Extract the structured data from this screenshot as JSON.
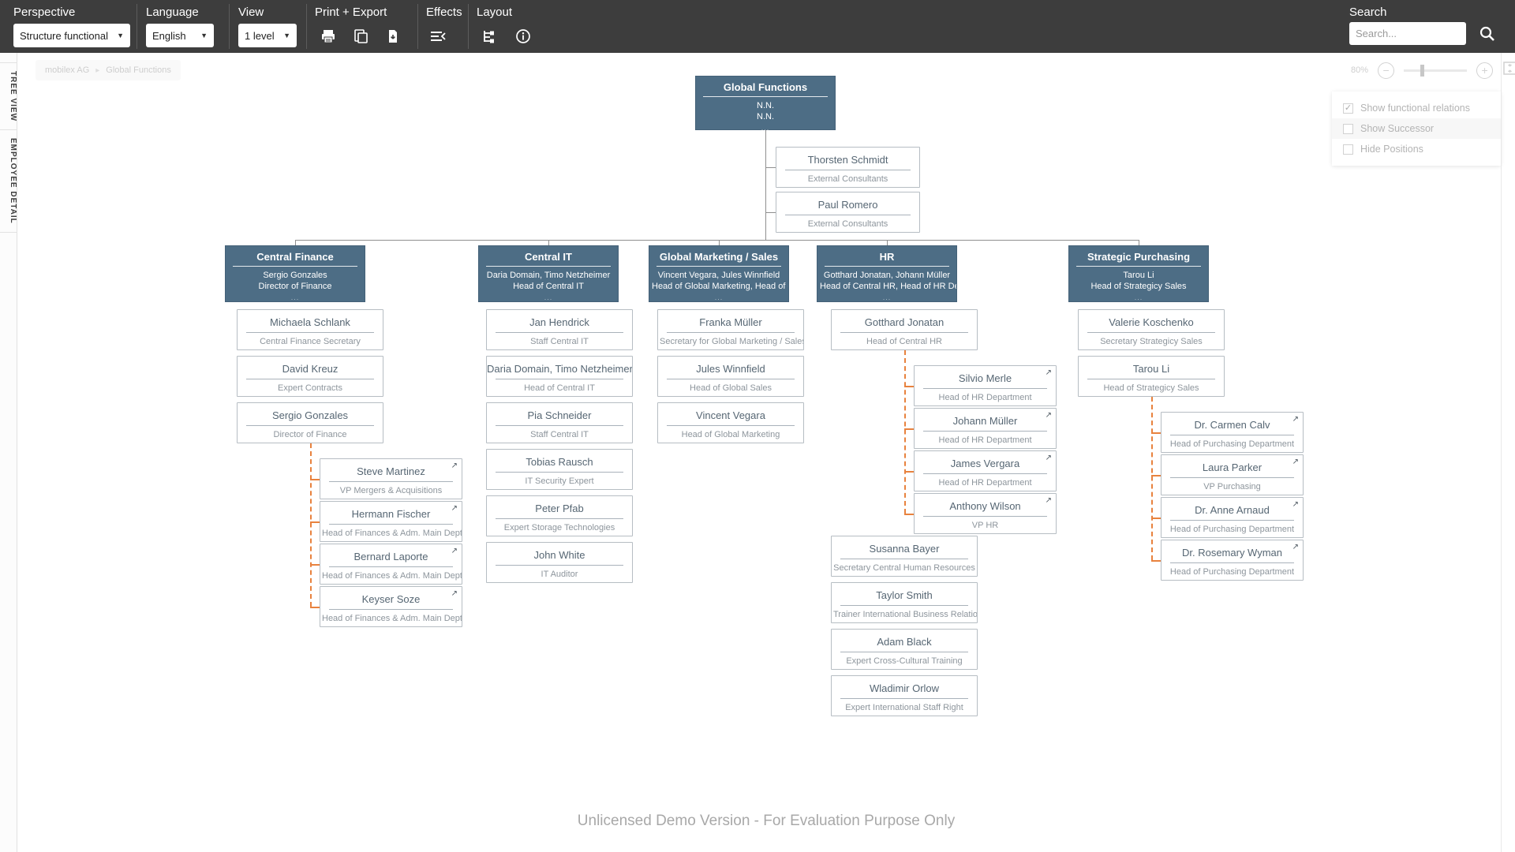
{
  "toolbar": {
    "perspective": {
      "label": "Perspective",
      "value": "Structure functional"
    },
    "language": {
      "label": "Language",
      "value": "English"
    },
    "view": {
      "label": "View",
      "value": "1 level"
    },
    "print_export": {
      "label": "Print + Export",
      "icons": [
        "print-icon",
        "copy-icon",
        "export-file-icon"
      ]
    },
    "effects": {
      "label": "Effects",
      "icons": [
        "effects-icon"
      ]
    },
    "layout": {
      "label": "Layout",
      "icons": [
        "layout-tree-icon",
        "info-icon"
      ]
    },
    "search": {
      "label": "Search",
      "placeholder": "Search...",
      "icon": "search-icon"
    }
  },
  "side_rail": {
    "tabs": [
      "TREE VIEW",
      "EMPLOYEE DETAIL"
    ]
  },
  "breadcrumb": {
    "items": [
      "mobilex AG",
      "Global Functions"
    ],
    "chevron": "▸"
  },
  "zoom_toolbar": {
    "level": "80%",
    "minus": "−",
    "plus": "+"
  },
  "options_panel": {
    "items": [
      {
        "label": "Show functional relations",
        "checked": true,
        "highlight": false
      },
      {
        "label": "Show Successor",
        "checked": false,
        "highlight": true
      },
      {
        "label": "Hide Positions",
        "checked": false,
        "highlight": false
      }
    ]
  },
  "chart": {
    "root": {
      "title": "Global Functions",
      "line1": "N.N.",
      "line2": "N.N.",
      "more": "..."
    },
    "assistants": [
      {
        "name": "Thorsten Schmidt",
        "role": "External Consultants"
      },
      {
        "name": "Paul Romero",
        "role": "External Consultants"
      }
    ],
    "departments": [
      {
        "title": "Central Finance",
        "names": "Sergio Gonzales",
        "role": "Director of Finance",
        "more": "...",
        "children": [
          {
            "name": "Michaela Schlank",
            "role": "Central Finance Secretary"
          },
          {
            "name": "David Kreuz",
            "role": "Expert Contracts"
          },
          {
            "name": "Sergio Gonzales",
            "role": "Director of Finance"
          },
          {
            "name": "Steve Martinez",
            "role": "VP Mergers & Acquisitions",
            "indent": true
          },
          {
            "name": "Hermann Fischer",
            "role": "Head of Finances & Adm. Main Dept.",
            "indent": true
          },
          {
            "name": "Bernard Laporte",
            "role": "Head of Finances & Adm. Main Dept.",
            "indent": true
          },
          {
            "name": "Keyser Soze",
            "role": "Head of Finances & Adm. Main Dept.",
            "indent": true
          }
        ]
      },
      {
        "title": "Central IT",
        "names": "Daria Domain, Timo Netzheimer",
        "role": "Head of Central IT",
        "more": "...",
        "children": [
          {
            "name": "Jan Hendrick",
            "role": "Staff Central IT"
          },
          {
            "name": "Daria Domain, Timo Netzheimer",
            "role": "Head of Central IT"
          },
          {
            "name": "Pia Schneider",
            "role": "Staff Central IT"
          },
          {
            "name": "Tobias Rausch",
            "role": "IT Security Expert"
          },
          {
            "name": "Peter Pfab",
            "role": "Expert Storage Technologies"
          },
          {
            "name": "John White",
            "role": "IT Auditor"
          }
        ]
      },
      {
        "title": "Global Marketing / Sales",
        "names": "Vincent Vegara, Jules Winnfield",
        "role": "Head of Global Marketing, Head of Global...",
        "more": "...",
        "children": [
          {
            "name": "Franka Müller",
            "role": "Secretary for Global Marketing / Sales"
          },
          {
            "name": "Jules Winnfield",
            "role": "Head of Global Sales"
          },
          {
            "name": "Vincent Vegara",
            "role": "Head of Global Marketing"
          }
        ]
      },
      {
        "title": "HR",
        "names": "Gotthard Jonatan, Johann Müller",
        "role": "Head of Central HR, Head of HR Departm...",
        "more": "...",
        "children": [
          {
            "name": "Gotthard Jonatan",
            "role": "Head of Central HR"
          },
          {
            "name": "Silvio Merle",
            "role": "Head of HR Department",
            "indent": true
          },
          {
            "name": "Johann Müller",
            "role": "Head of HR Department",
            "indent": true
          },
          {
            "name": "James Vergara",
            "role": "Head of HR Department",
            "indent": true
          },
          {
            "name": "Anthony Wilson",
            "role": "VP HR",
            "indent": true
          },
          {
            "name": "Susanna Bayer",
            "role": "Secretary Central Human Resources"
          },
          {
            "name": "Taylor Smith",
            "role": "Trainer International Business Relations"
          },
          {
            "name": "Adam Black",
            "role": "Expert Cross-Cultural Training"
          },
          {
            "name": "Wladimir Orlow",
            "role": "Expert International Staff Right"
          }
        ]
      },
      {
        "title": "Strategic Purchasing",
        "names": "Tarou Li",
        "role": "Head of Strategicy Sales",
        "more": "...",
        "children": [
          {
            "name": "Valerie Koschenko",
            "role": "Secretary Strategicy Sales"
          },
          {
            "name": "Tarou Li",
            "role": "Head of Strategicy Sales"
          },
          {
            "name": "Dr. Carmen Calv",
            "role": "Head of Purchasing Department",
            "indent": true
          },
          {
            "name": "Laura Parker",
            "role": "VP Purchasing",
            "indent": true
          },
          {
            "name": "Dr. Anne Arnaud",
            "role": "Head of Purchasing Department",
            "indent": true
          },
          {
            "name": "Dr. Rosemary Wyman",
            "role": "Head of Purchasing Department",
            "indent": true
          }
        ]
      }
    ],
    "external_link_glyph": "↗"
  },
  "footer": {
    "text": "Unlicensed Demo Version - For Evaluation Purpose Only"
  },
  "colors": {
    "toolbar_bg": "#3d3d3d",
    "dept_box_bg": "#4d6d85",
    "functional_relation_orange": "#e8823e",
    "connector_gray": "#8f8f8f",
    "node_name": "#566673",
    "node_role": "#8d959c"
  }
}
